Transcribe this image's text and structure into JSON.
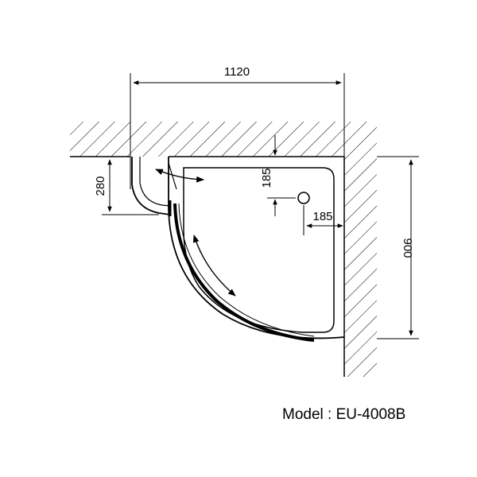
{
  "dimensions": {
    "width": "1120",
    "depth": "900",
    "side_panel": "280",
    "drain_offset_top": "185",
    "drain_offset_side": "185"
  },
  "model_label": "Model : EU-4008B"
}
